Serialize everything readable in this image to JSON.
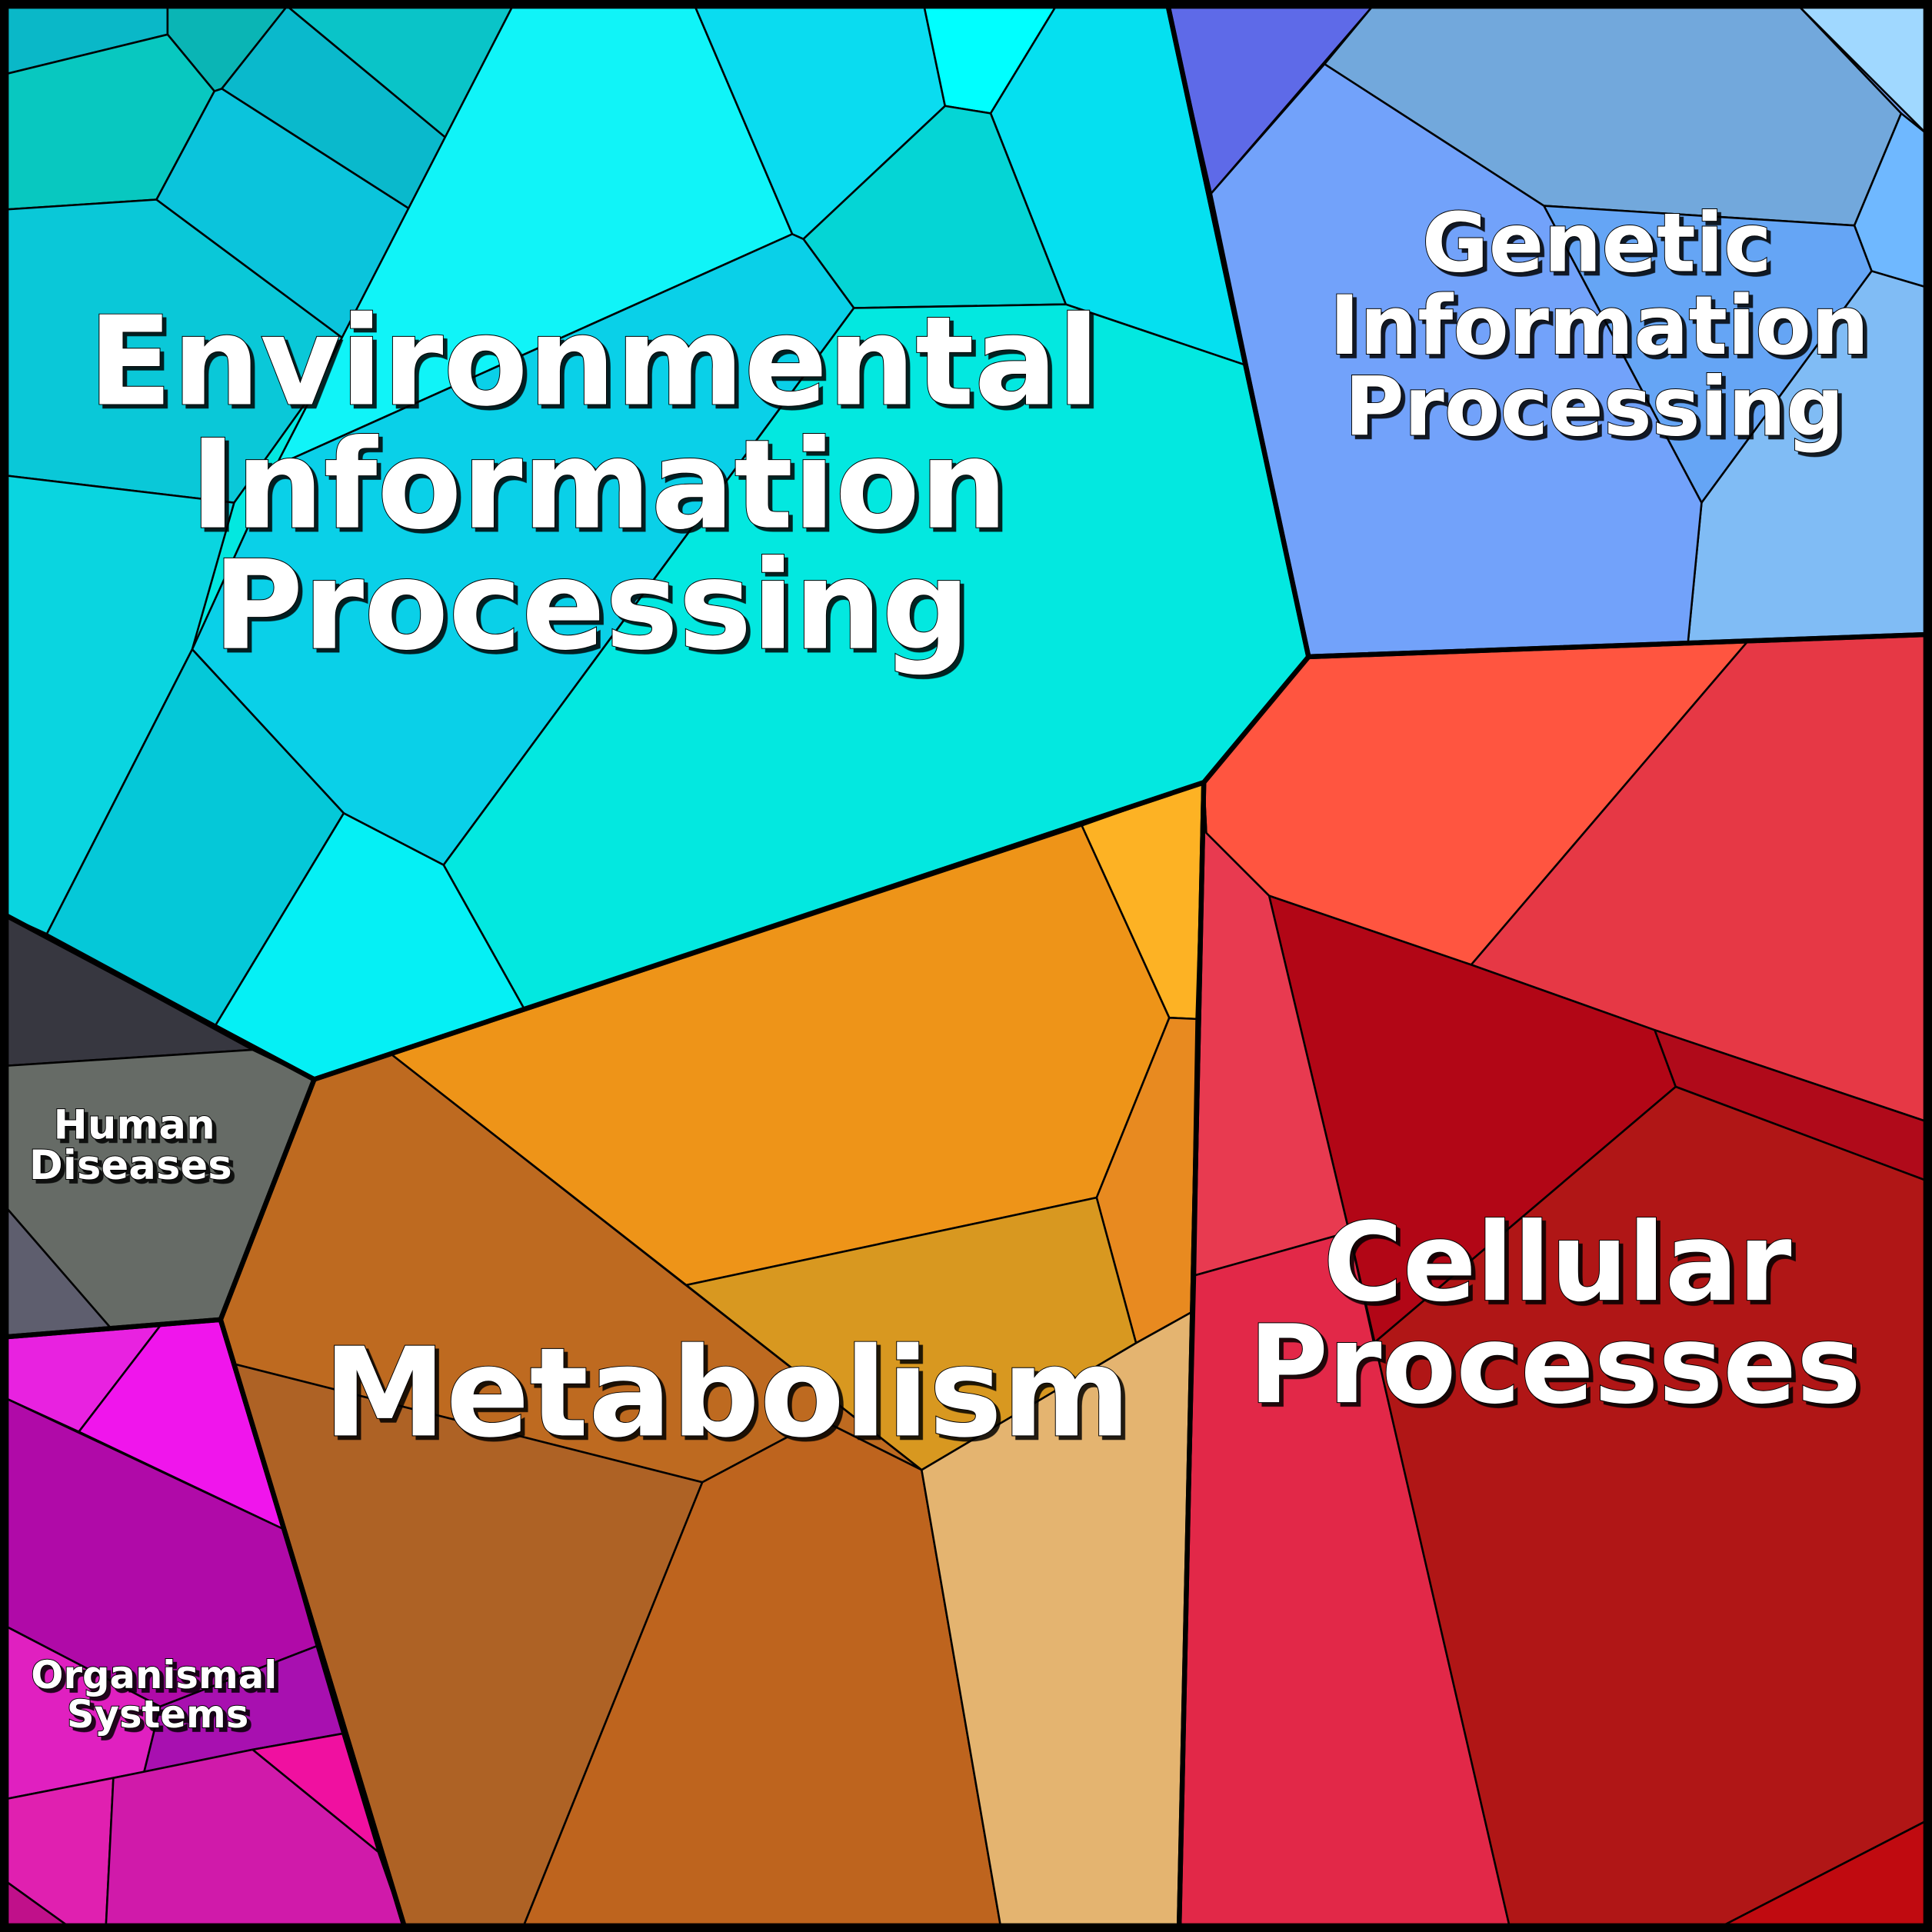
{
  "groups": {
    "environmental": {
      "lines": [
        "Environmental",
        "Information",
        "Processing"
      ],
      "color": "#03e8e0"
    },
    "genetic": {
      "lines": [
        "Genetic",
        "Information",
        "Processing"
      ],
      "color": "#72a2fa"
    },
    "cellular": {
      "lines": [
        "Cellular",
        "Processes"
      ],
      "color": "#b01616"
    },
    "metabolism": {
      "lines": [
        "Metabolism"
      ],
      "color": "#be6a20"
    },
    "human_diseases": {
      "lines": [
        "Human",
        "Diseases"
      ],
      "color": "#666b66"
    },
    "organismal": {
      "lines": [
        "Organismal",
        "Systems"
      ],
      "color": "#b00aa8"
    }
  },
  "cell_colors": {
    "environmental": [
      "#0ab8c8",
      "#0ab5b5",
      "#0ac4c8",
      "#0ab9cc",
      "#08c8c0",
      "#0ac8d8",
      "#0bc4dc",
      "#10f4f8",
      "#0adcf0",
      "#00ffff",
      "#05e0f0",
      "#05d5d5",
      "#0ad0e8",
      "#03e8e0",
      "#0ad5e0",
      "#05c8d8",
      "#05f0f5"
    ],
    "genetic": [
      "#5e6ae8",
      "#72a8dc",
      "#a0d8ff",
      "#6fb8ff",
      "#65a5f5",
      "#80bcf5",
      "#72a2fa"
    ],
    "cellular": [
      "#ff5540",
      "#e63845",
      "#b20616",
      "#b00a1a",
      "#e83a50",
      "#e22848",
      "#b01616",
      "#c00a10"
    ],
    "metabolism": [
      "#ee9418",
      "#fdb224",
      "#e88a20",
      "#d89820",
      "#be6a20",
      "#ae6225",
      "#be641e",
      "#e4b470"
    ],
    "human_diseases": [
      "#373740",
      "#666b66",
      "#5e5e6e"
    ],
    "organismal": [
      "#e822e0",
      "#f015ec",
      "#b00aa8",
      "#e020c0",
      "#a810b0",
      "#f010a0",
      "#e020b0",
      "#d01aaa",
      "#c0108a"
    ]
  }
}
